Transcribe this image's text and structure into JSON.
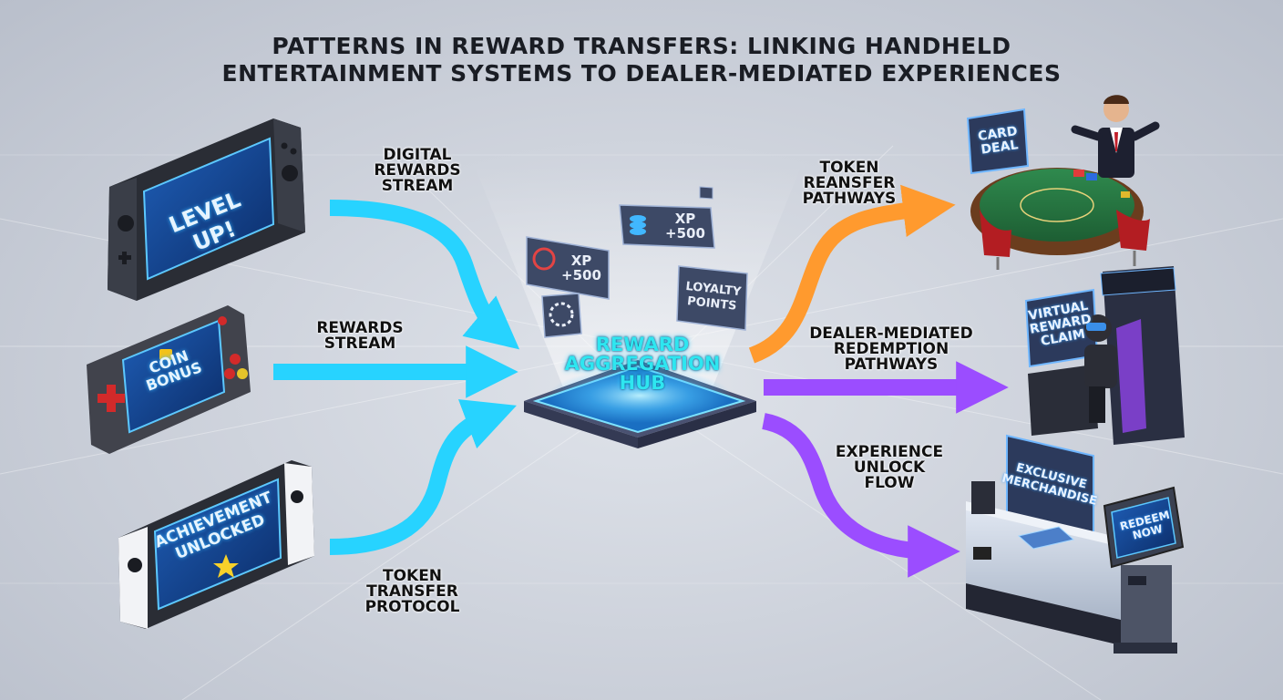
{
  "title": {
    "line1": "PATTERNS IN REWARD TRANSFERS: LINKING HANDHELD",
    "line2": "ENTERTAINMENT SYSTEMS TO DEALER-MEDIATED EXPERIENCES"
  },
  "inputs": {
    "device1_screen": "LEVEL UP!",
    "device2_screen": [
      "COIN",
      "BONUS"
    ],
    "device3_screen": [
      "ACHIEVEMENT",
      "UNLOCKED"
    ],
    "flow1_label": [
      "DIGITAL",
      "REWARDS",
      "STREAM"
    ],
    "flow2_label": [
      "REWARDS",
      "STREAM"
    ],
    "flow3_label": [
      "TOKEN",
      "TRANSFER",
      "PROTOCOL"
    ]
  },
  "hub": {
    "label": [
      "REWARD",
      "AGGREGATION",
      "HUB"
    ],
    "badges": {
      "xp_top": [
        "XP",
        "+500"
      ],
      "xp_left": [
        "XP",
        "+500"
      ],
      "loyalty": [
        "LOYALTY",
        "POINTS"
      ]
    }
  },
  "outputs": {
    "flow1_label": [
      "TOKEN",
      "REANSFER",
      "PATHWAYS"
    ],
    "flow2_label": [
      "DEALER-MEDIATED",
      "REDEMPTION",
      "PATHWAYS"
    ],
    "flow3_label": [
      "EXPERIENCE",
      "UNLOCK",
      "FLOW"
    ],
    "card_sign": [
      "CARD",
      "DEAL"
    ],
    "virtual_sign": [
      "VIRTUAL",
      "REWARD",
      "CLAIM"
    ],
    "merch_sign": [
      "EXCLUSIVE",
      "MERCHANDISE"
    ],
    "kiosk_screen": [
      "REDEEM",
      "NOW"
    ]
  },
  "colors": {
    "cyan": "#27d3ff",
    "orange": "#ff9a2e",
    "purple": "#9b4dff",
    "hub_glow": "#4fc3ff"
  }
}
